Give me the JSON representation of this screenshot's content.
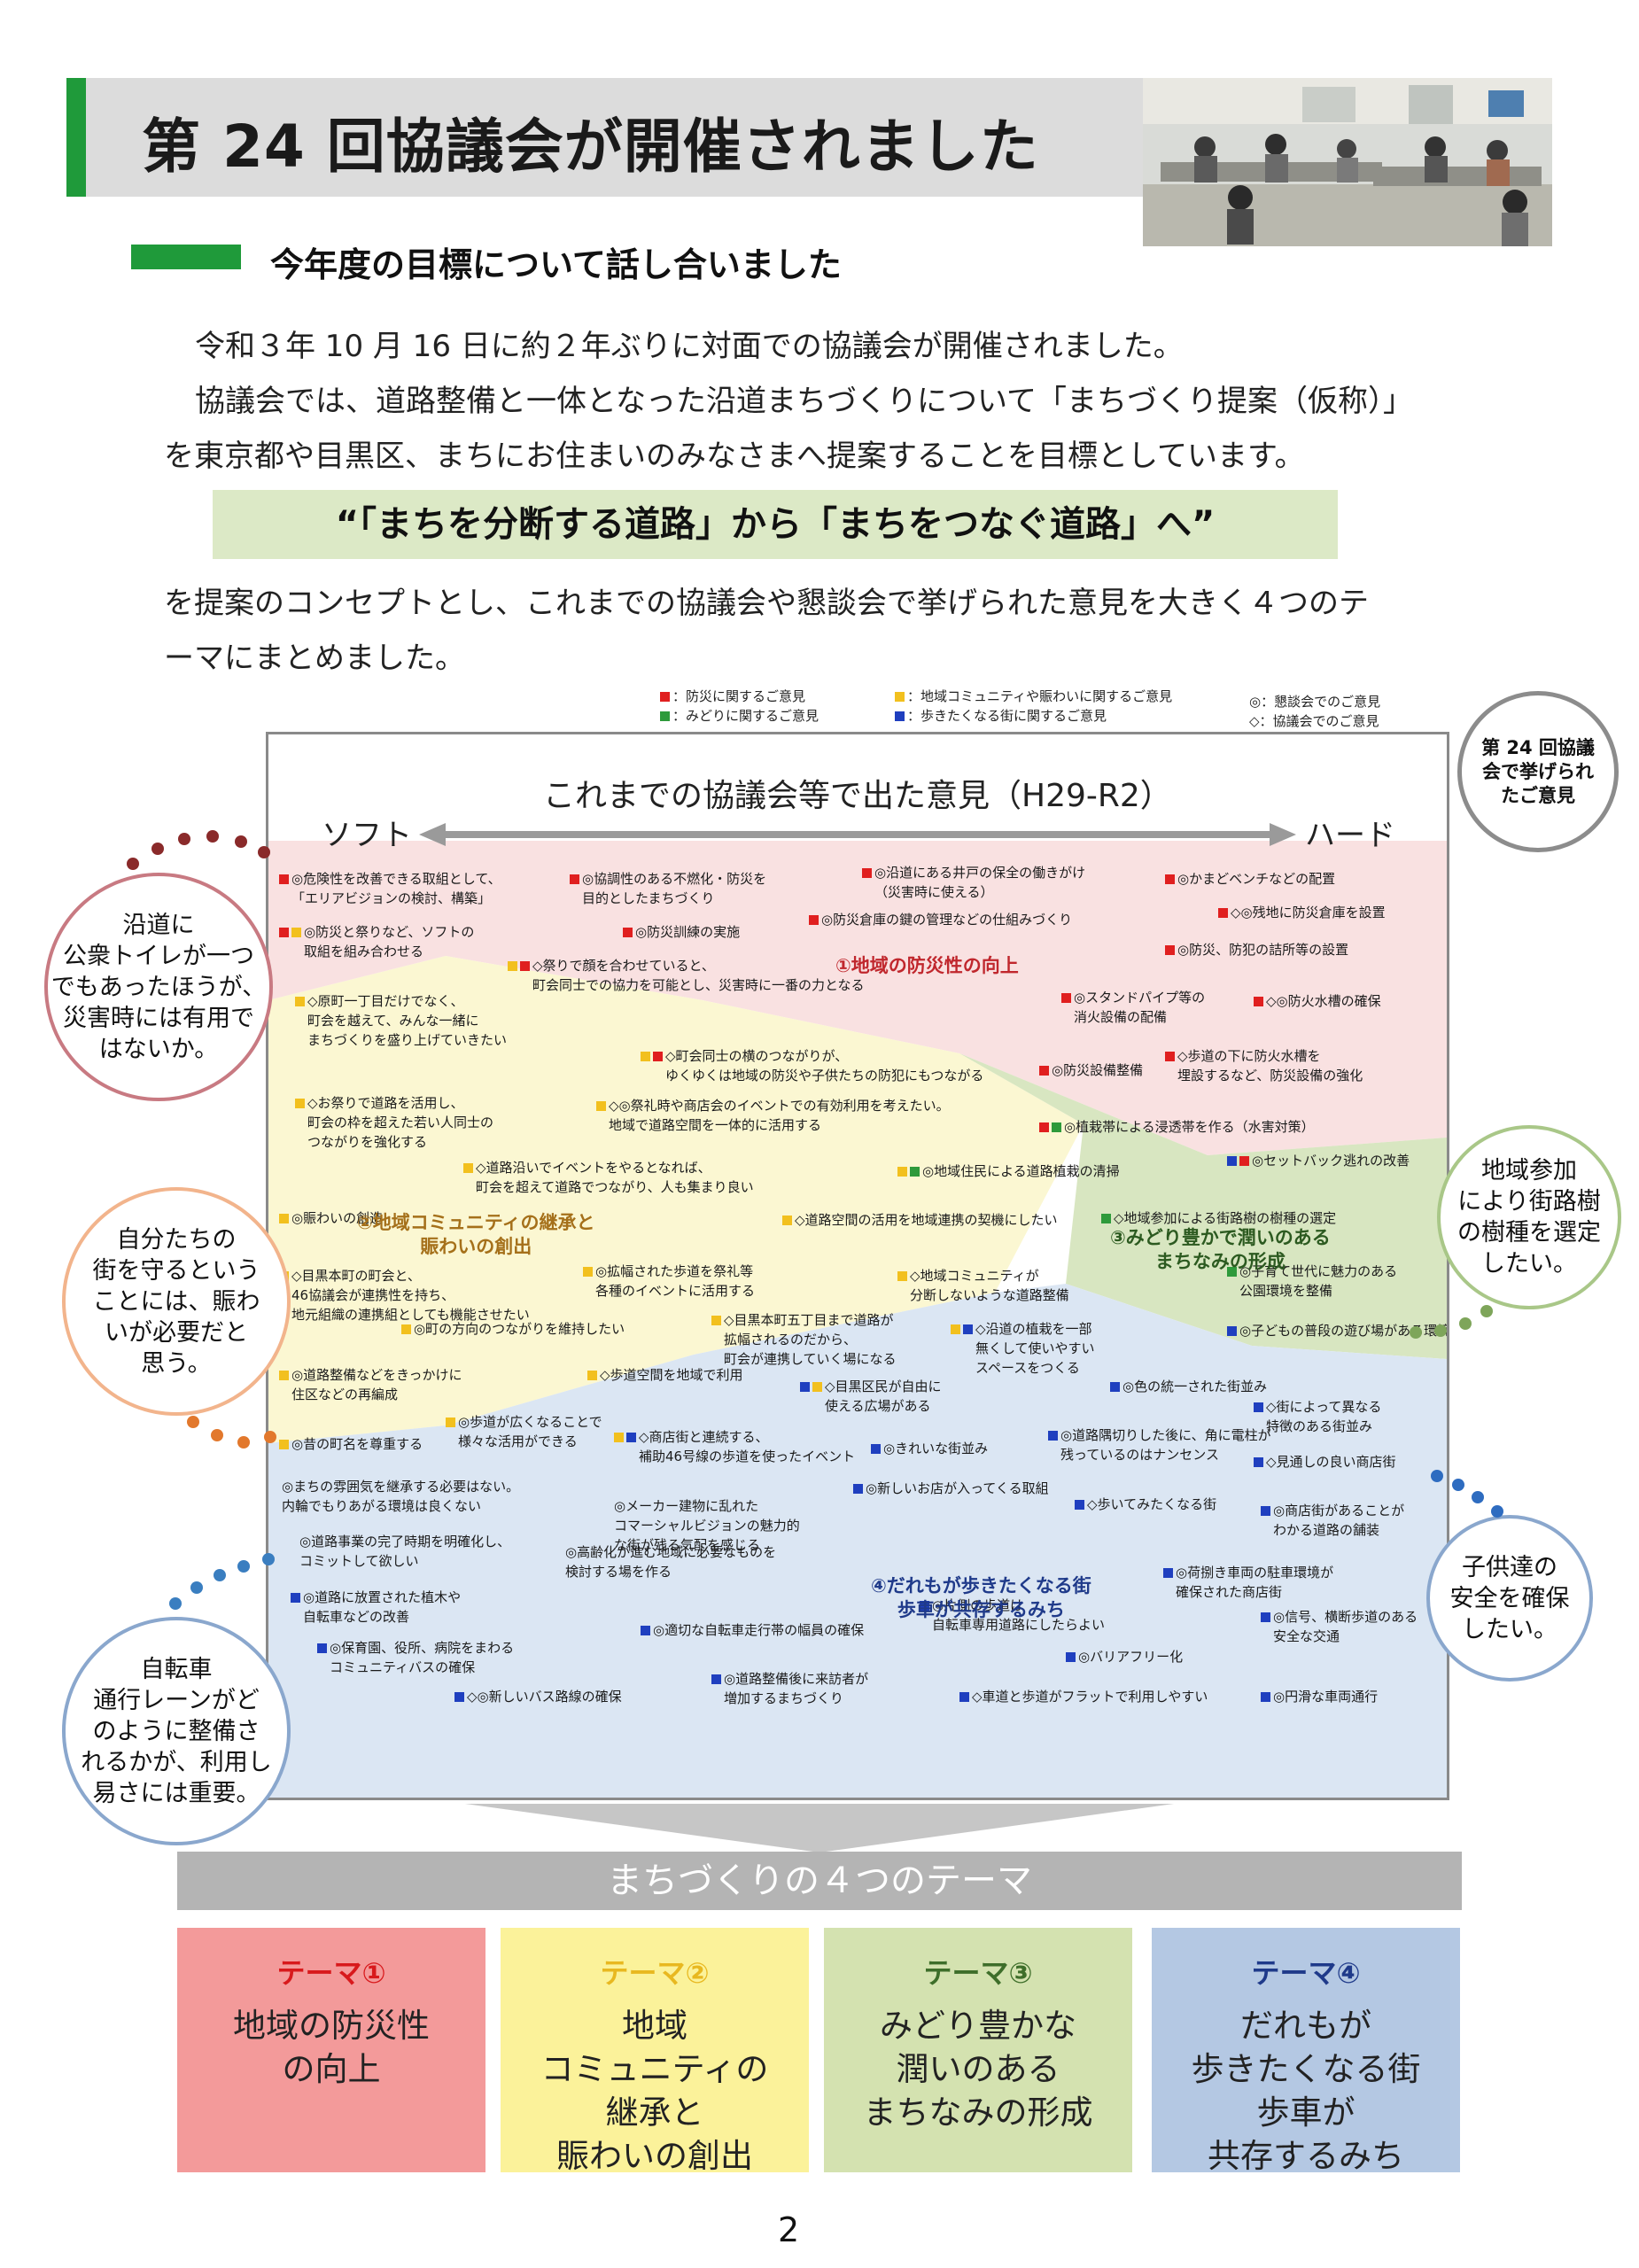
{
  "header": {
    "title": "第 24 回協議会が開催されました",
    "subtitle": "今年度の目標について話し合いました"
  },
  "intro": {
    "line1": "令和３年 10 月 16 日に約２年ぶりに対面での協議会が開催されました。",
    "line2": "協議会では、道路整備と一体となった沿道まちづくりについて「まちづくり提案（仮称）」",
    "line3": "を東京都や目黒区、まちにお住まいのみなさまへ提案することを目標としています。"
  },
  "concept": "“「まちを分断する道路」から「まちをつなぐ道路」へ”",
  "concept_followup": {
    "line1": "を提案のコンセプトとし、これまでの協議会や懇談会で挙げられた意見を大きく４つのテ",
    "line2": "ーマにまとめました。"
  },
  "legend": {
    "red": "：防災に関するご意見",
    "yellow": "：地域コミュニティや賑わいに関するご意見",
    "green": "：みどりに関するご意見",
    "blue": "：歩きたくなる街に関するご意見",
    "circle": "◎：懇談会でのご意見",
    "diamond": "◇：協議会でのご意見"
  },
  "colors": {
    "red": "#e01f1f",
    "yellow": "#f2c01e",
    "green": "#2e9a3b",
    "blue": "#1f3fbf",
    "brand_green": "#1f9a3a"
  },
  "figure": {
    "title": "これまでの協議会等で出た意見（H29-R2）",
    "axis_left": "ソフト",
    "axis_right": "ハード",
    "opinions": [
      {
        "text": "◎危険性を改善できる取組として、\n「エリアビジョンの検討、構築」",
        "c": [
          "red"
        ]
      },
      {
        "text": "◎協調性のある不燃化・防災を\n目的としたまちづくり",
        "c": [
          "red"
        ]
      },
      {
        "text": "◎沿道にある井戸の保全の働きがけ\n（災害時に使える）",
        "c": [
          "red"
        ]
      },
      {
        "text": "◎かまどベンチなどの配置",
        "c": [
          "red"
        ]
      },
      {
        "text": "◇◎残地に防災倉庫を設置",
        "c": [
          "red"
        ]
      },
      {
        "text": "◎防災倉庫の鍵の管理などの仕組みづくり",
        "c": [
          "red"
        ]
      },
      {
        "text": "◎防災と祭りなど、ソフトの\n取組を組み合わせる",
        "c": [
          "red",
          "yellow"
        ]
      },
      {
        "text": "◎防災訓練の実施",
        "c": [
          "red"
        ]
      },
      {
        "text": "◎防災、防犯の詰所等の設置",
        "c": [
          "red"
        ]
      },
      {
        "text": "◇祭りで顔を合わせていると、\n町会同士での協力を可能とし、災害時に一番の力となる",
        "c": [
          "yellow",
          "red"
        ]
      },
      {
        "text": "◎スタンドパイプ等の\n消火設備の配備",
        "c": [
          "red"
        ]
      },
      {
        "text": "◇◎防火水槽の確保",
        "c": [
          "red"
        ]
      },
      {
        "text": "◇原町一丁目だけでなく、\n町会を越えて、みんな一緒に\nまちづくりを盛り上げていきたい",
        "c": [
          "yellow"
        ]
      },
      {
        "text": "◇町会同士の横のつながりが、\nゆくゆくは地域の防災や子供たちの防犯にもつながる",
        "c": [
          "yellow",
          "red"
        ]
      },
      {
        "text": "◎防災設備整備",
        "c": [
          "red"
        ]
      },
      {
        "text": "◇歩道の下に防火水槽を\n埋設するなど、防災設備の強化",
        "c": [
          "red"
        ]
      },
      {
        "text": "◇お祭りで道路を活用し、\n町会の枠を超えた若い人同士の\nつながりを強化する",
        "c": [
          "yellow"
        ]
      },
      {
        "text": "◇◎祭礼時や商店会のイベントでの有効利用を考えたい。\n地域で道路空間を一体的に活用する",
        "c": [
          "yellow"
        ]
      },
      {
        "text": "◎植栽帯による浸透帯を作る（水害対策）",
        "c": [
          "red",
          "green"
        ]
      },
      {
        "text": "◇道路沿いでイベントをやるとなれば、\n町会を超えて道路でつながり、人も集まり良い",
        "c": [
          "yellow"
        ]
      },
      {
        "text": "◎地域住民による道路植栽の清掃",
        "c": [
          "yellow",
          "green"
        ]
      },
      {
        "text": "◎セットバック逃れの改善",
        "c": [
          "blue",
          "red"
        ]
      },
      {
        "text": "◎賑わいの創造",
        "c": [
          "yellow"
        ]
      },
      {
        "text": "◇道路空間の活用を地域連携の契機にしたい",
        "c": [
          "yellow"
        ]
      },
      {
        "text": "◇地域参加による街路樹の樹種の選定",
        "c": [
          "green"
        ]
      },
      {
        "text": "◇目黒本町の町会と、\n46協議会が連携性を持ち、\n地元組織の連携組としても機能させたい",
        "c": [
          "yellow"
        ]
      },
      {
        "text": "◎拡幅された歩道を祭礼等\n各種のイベントに活用する",
        "c": [
          "yellow"
        ]
      },
      {
        "text": "◇地域コミュニティが\n分断しないような道路整備",
        "c": [
          "yellow"
        ]
      },
      {
        "text": "◎子育て世代に魅力のある\n公園環境を整備",
        "c": [
          "green"
        ]
      },
      {
        "text": "◇目黒本町五丁目まで道路が\n拡幅されるのだから、\n町会が連携していく場になる",
        "c": [
          "yellow"
        ]
      },
      {
        "text": "◎町の方向のつながりを維持したい",
        "c": [
          "yellow"
        ]
      },
      {
        "text": "◇沿道の植栽を一部\n無くして使いやすい\nスペースをつくる",
        "c": [
          "yellow",
          "blue"
        ]
      },
      {
        "text": "◎子どもの普段の遊び場がある環境",
        "c": [
          "blue"
        ]
      },
      {
        "text": "◎道路整備などをきっかけに\n住区などの再編成",
        "c": [
          "yellow"
        ]
      },
      {
        "text": "◇歩道空間を地域で利用",
        "c": [
          "yellow"
        ]
      },
      {
        "text": "◇目黒区民が自由に\n使える広場がある",
        "c": [
          "blue",
          "yellow"
        ]
      },
      {
        "text": "◎色の統一された街並み",
        "c": [
          "blue"
        ]
      },
      {
        "text": "◇街によって異なる\n特徴のある街並み",
        "c": [
          "blue"
        ]
      },
      {
        "text": "◎歩道が広くなることで\n様々な活用ができる",
        "c": [
          "yellow"
        ]
      },
      {
        "text": "◇商店街と連続する、\n補助46号線の歩道を使ったイベント",
        "c": [
          "yellow",
          "blue"
        ]
      },
      {
        "text": "◎きれいな街並み",
        "c": [
          "blue"
        ]
      },
      {
        "text": "◎道路隅切りした後に、角に電柱が\n残っているのはナンセンス",
        "c": [
          "blue"
        ]
      },
      {
        "text": "◎昔の町名を尊重する",
        "c": [
          "yellow"
        ]
      },
      {
        "text": "◇見通しの良い商店街",
        "c": [
          "blue"
        ]
      },
      {
        "text": "◎まちの雰囲気を継承する必要はない。\n内輪でもりあがる環境は良くない",
        "c": []
      },
      {
        "text": "◎メーカー建物に乱れた\nコマーシャルビジョンの魅力的\nな街が残る気配を感じる",
        "c": []
      },
      {
        "text": "◎新しいお店が入ってくる取組",
        "c": [
          "blue"
        ]
      },
      {
        "text": "◇歩いてみたくなる街",
        "c": [
          "blue"
        ]
      },
      {
        "text": "◎商店街があることが\nわかる道路の舗装",
        "c": [
          "blue"
        ]
      },
      {
        "text": "◎道路事業の完了時期を明確化し、\nコミットして欲しい",
        "c": []
      },
      {
        "text": "◎高齢化が進む地域に必要なものを\n検討する場を作る",
        "c": []
      },
      {
        "text": "◎荷捌き車両の駐車環境が\n確保された商店街",
        "c": [
          "blue"
        ]
      },
      {
        "text": "◎道路に放置された植木や\n自転車などの改善",
        "c": [
          "blue"
        ]
      },
      {
        "text": "◎片側の歩道は\n自転車専用道路にしたらよい",
        "c": [
          "blue"
        ]
      },
      {
        "text": "◎保育園、役所、病院をまわる\nコミュニティバスの確保",
        "c": [
          "blue"
        ]
      },
      {
        "text": "◎適切な自転車走行帯の幅員の確保",
        "c": [
          "blue"
        ]
      },
      {
        "text": "◎信号、横断歩道のある\n安全な交通",
        "c": [
          "blue"
        ]
      },
      {
        "text": "◎バリアフリー化",
        "c": [
          "blue"
        ]
      },
      {
        "text": "◎道路整備後に来訪者が\n増加するまちづくり",
        "c": [
          "blue"
        ]
      },
      {
        "text": "◇◎新しいバス路線の確保",
        "c": [
          "blue"
        ]
      },
      {
        "text": "◇車道と歩道がフラットで利用しやすい",
        "c": [
          "blue"
        ]
      },
      {
        "text": "◎円滑な車両通行",
        "c": [
          "blue"
        ]
      }
    ],
    "theme_labels": [
      "①地域の防災性の向上",
      "②地域コミュニティの継承と\n賑わいの創出",
      "③みどり豊かで潤いのある\nまちなみの形成",
      "④だれもが歩きたくなる街\n歩車が共存するみち"
    ]
  },
  "bubbles": {
    "council": "第 24 回協議\n会で挙げられ\nたご意見",
    "toilet": "沿道に\n公衆トイレが一つ\nでもあったほうが、\n災害時には有用で\nはないか。",
    "protect": "自分たちの\n街を守るという\nことには、賑わ\nいが必要だと\n思う。",
    "bicycle": "自転車\n通行レーンがど\nのように整備さ\nれるかが、利用し\n易さには重要。",
    "trees": "地域参加\nにより街路樹\nの樹種を選定\nしたい。",
    "children": "子供達の\n安全を確保\nしたい。"
  },
  "themes": {
    "heading": "まちづくりの４つのテーマ",
    "items": [
      {
        "label": "テーマ①",
        "text": "地域の防災性\nの向上",
        "bg": "#f39a9a",
        "label_color": "#d8191c"
      },
      {
        "label": "テーマ②",
        "text": "地域\nコミュニティの\n継承と\n賑わいの創出",
        "bg": "#fbf29a",
        "label_color": "#e8b820"
      },
      {
        "label": "テーマ③",
        "text": "みどり豊かな\n潤いのある\nまちなみの形成",
        "bg": "#d4e2b0",
        "label_color": "#3e6e2a"
      },
      {
        "label": "テーマ④",
        "text": "だれもが\n歩きたくなる街\n歩車が\n共存するみち",
        "bg": "#b4c8e3",
        "label_color": "#1f3a8a"
      }
    ]
  },
  "page_number": "2"
}
